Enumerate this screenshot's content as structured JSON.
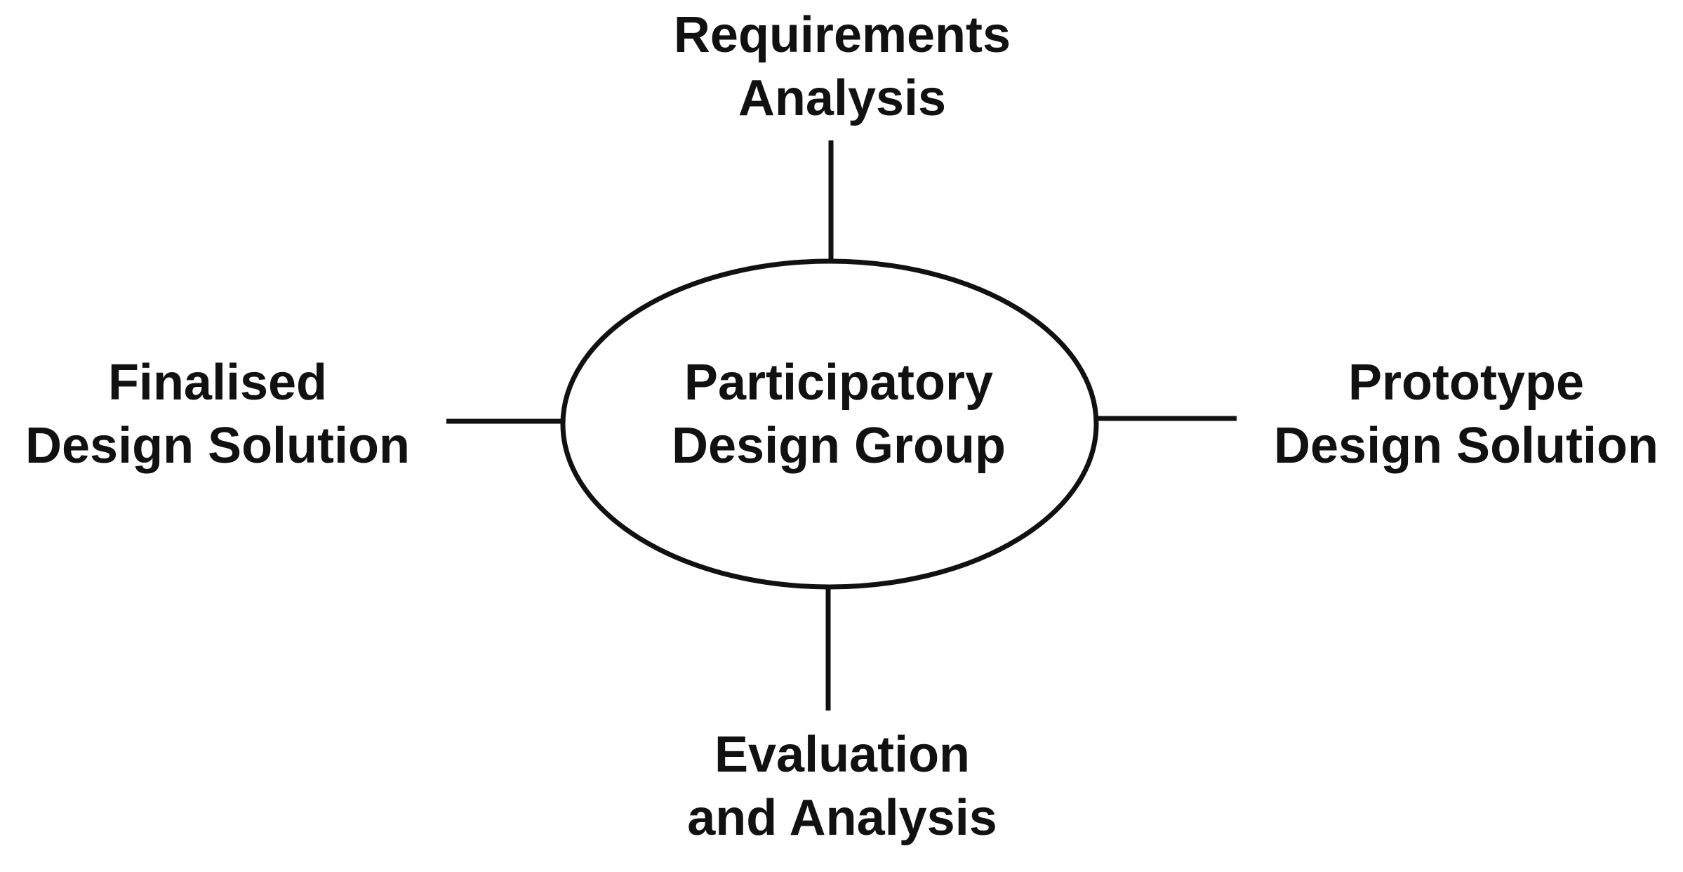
{
  "diagram": {
    "center": {
      "line1": "Participatory",
      "line2": "Design Group"
    },
    "top": {
      "line1": "Requirements",
      "line2": "Analysis"
    },
    "right": {
      "line1": "Prototype",
      "line2": "Design Solution"
    },
    "bottom": {
      "line1": "Evaluation",
      "line2": "and Analysis"
    },
    "left": {
      "line1": "Finalised",
      "line2": "Design Solution"
    }
  }
}
